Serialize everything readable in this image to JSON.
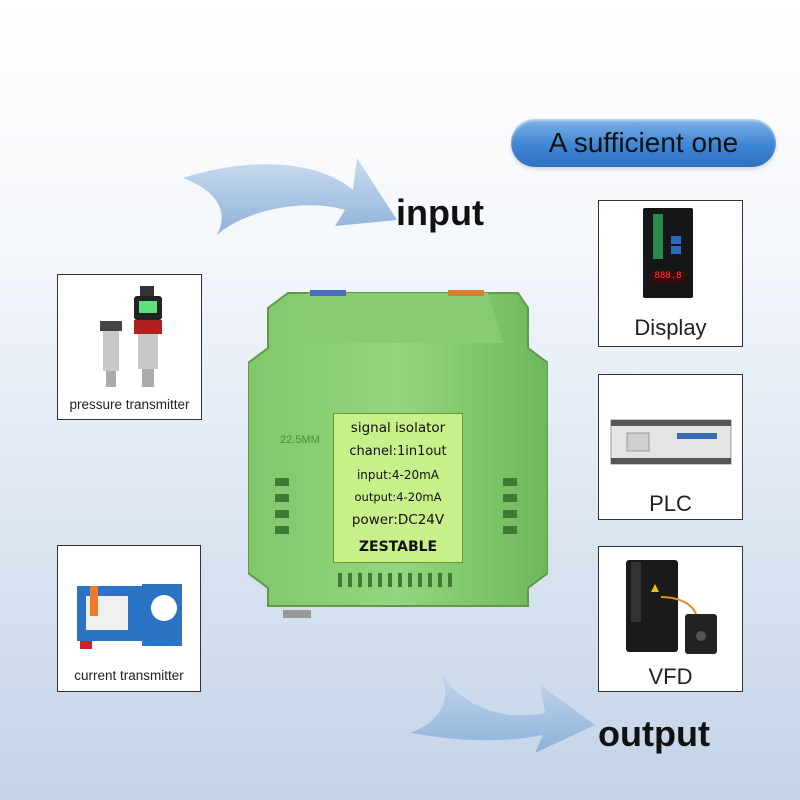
{
  "header": {
    "pill_text": "A sufficient one"
  },
  "labels": {
    "input": "input",
    "output": "output"
  },
  "inputs": [
    {
      "caption": "pressure transmitter",
      "icon": "pressure-transmitter-icon"
    },
    {
      "caption": "current transmitter",
      "icon": "current-transmitter-icon"
    }
  ],
  "outputs": [
    {
      "caption": "Display",
      "icon": "display-icon"
    },
    {
      "caption": "PLC",
      "icon": "plc-icon"
    },
    {
      "caption": "VFD",
      "icon": "vfd-icon"
    }
  ],
  "device": {
    "side_mark": "22.5MM",
    "lines": [
      "signal isolator",
      "chanel:1in1out",
      "input:4-20mA",
      "output:4-20mA",
      "power:DC24V"
    ],
    "brand": "ZESTABLE",
    "display_reading": "888.8"
  },
  "colors": {
    "pill": "#3f86d4",
    "arrow": "#a9c6e6",
    "device_body": "#8fd17a",
    "device_label": "#c7f08a"
  }
}
